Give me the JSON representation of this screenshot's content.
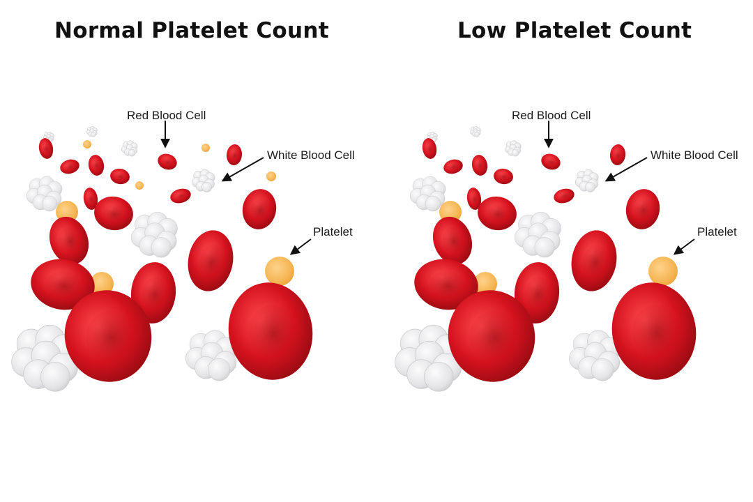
{
  "panels": [
    {
      "title": "Normal Platelet Count",
      "labels": {
        "red_blood_cell": "Red Blood Cell",
        "white_blood_cell": "White Blood Cell",
        "platelet": "Platelet"
      },
      "platelet_level": "normal"
    },
    {
      "title": "Low Platelet Count",
      "labels": {
        "red_blood_cell": "Red Blood Cell",
        "white_blood_cell": "White Blood Cell",
        "platelet": "Platelet"
      },
      "platelet_level": "low"
    }
  ],
  "colors": {
    "red_blood_cell": "#d4121e",
    "red_blood_cell_highlight": "#ff4a4f",
    "red_blood_cell_shadow": "#8e0a10",
    "white_blood_cell": "#e4e4e6",
    "white_blood_cell_shadow": "#c9c9cc",
    "platelet": "#f5b552",
    "platelet_edge": "#e9a13a",
    "label_text": "#1a1a1a"
  }
}
